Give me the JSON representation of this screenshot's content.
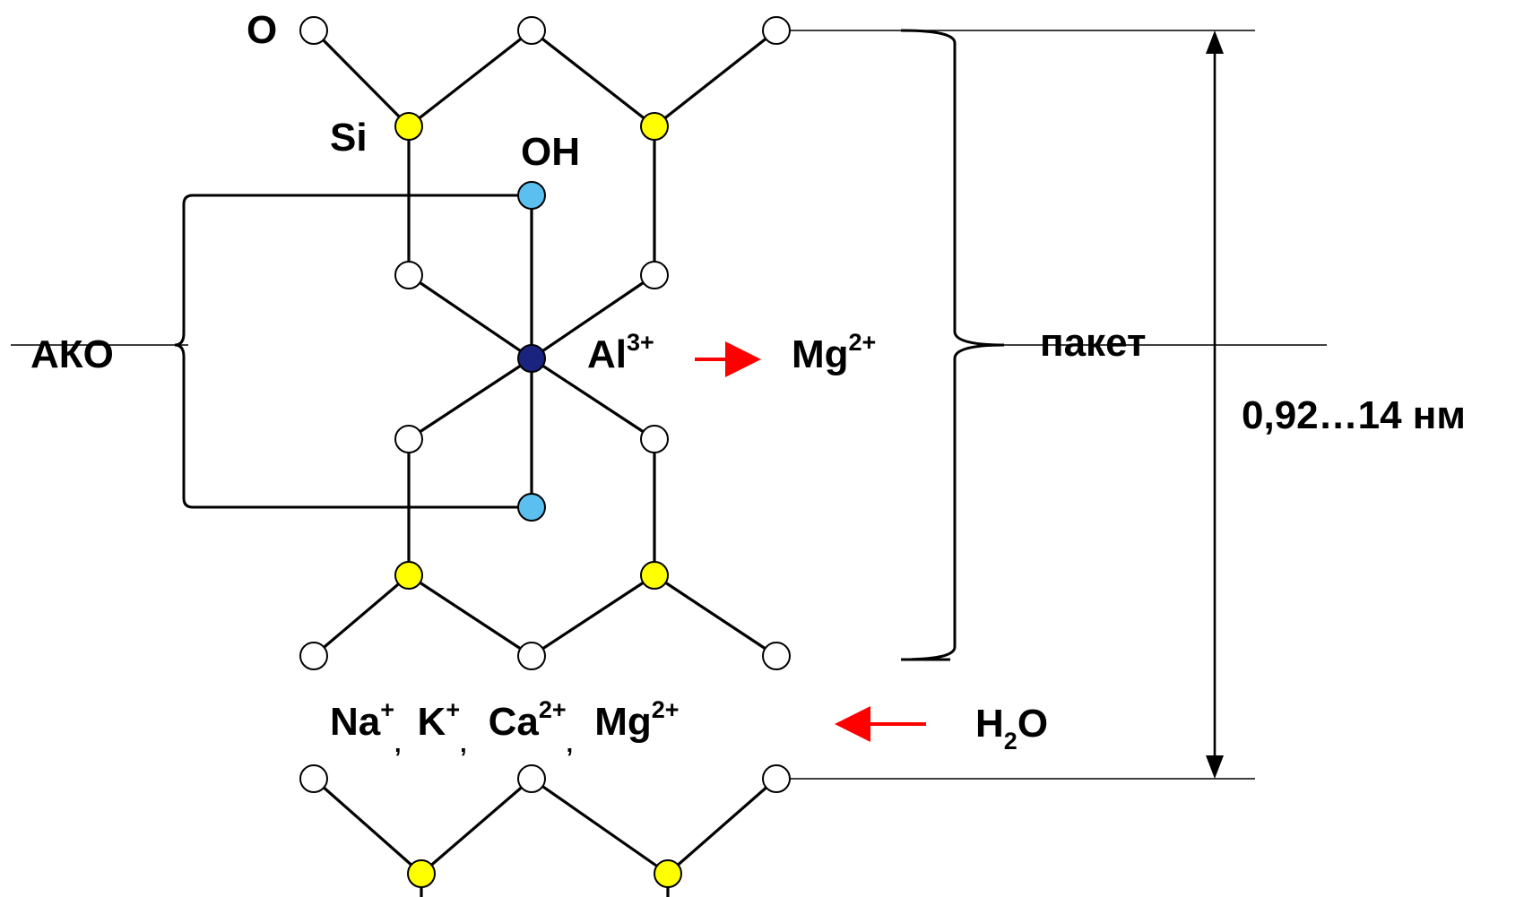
{
  "labels": {
    "oxygen": "O",
    "silicon": "Si",
    "hydroxyl": "OH",
    "ako": "АКО",
    "aluminium": "Al",
    "aluminium_charge": "3+",
    "magnesium": "Mg",
    "magnesium_charge": "2+",
    "packet": "пакет",
    "spacing": "0,92…14 нм",
    "sodium": "Na",
    "sodium_charge": "+",
    "potassium": "K",
    "potassium_charge": "+",
    "calcium": "Ca",
    "calcium_charge": "2+",
    "magnesium_interlayer": "Mg",
    "magnesium_interlayer_charge": "2+",
    "comma": ",",
    "water_h": "H",
    "water_sub": "2",
    "water_o": "O"
  },
  "colors": {
    "silicon": "#ffff00",
    "oxygen": "#ffffff",
    "hydroxyl": "#5bc0f0",
    "aluminium": "#1a237e",
    "arrow": "#ff0000"
  }
}
